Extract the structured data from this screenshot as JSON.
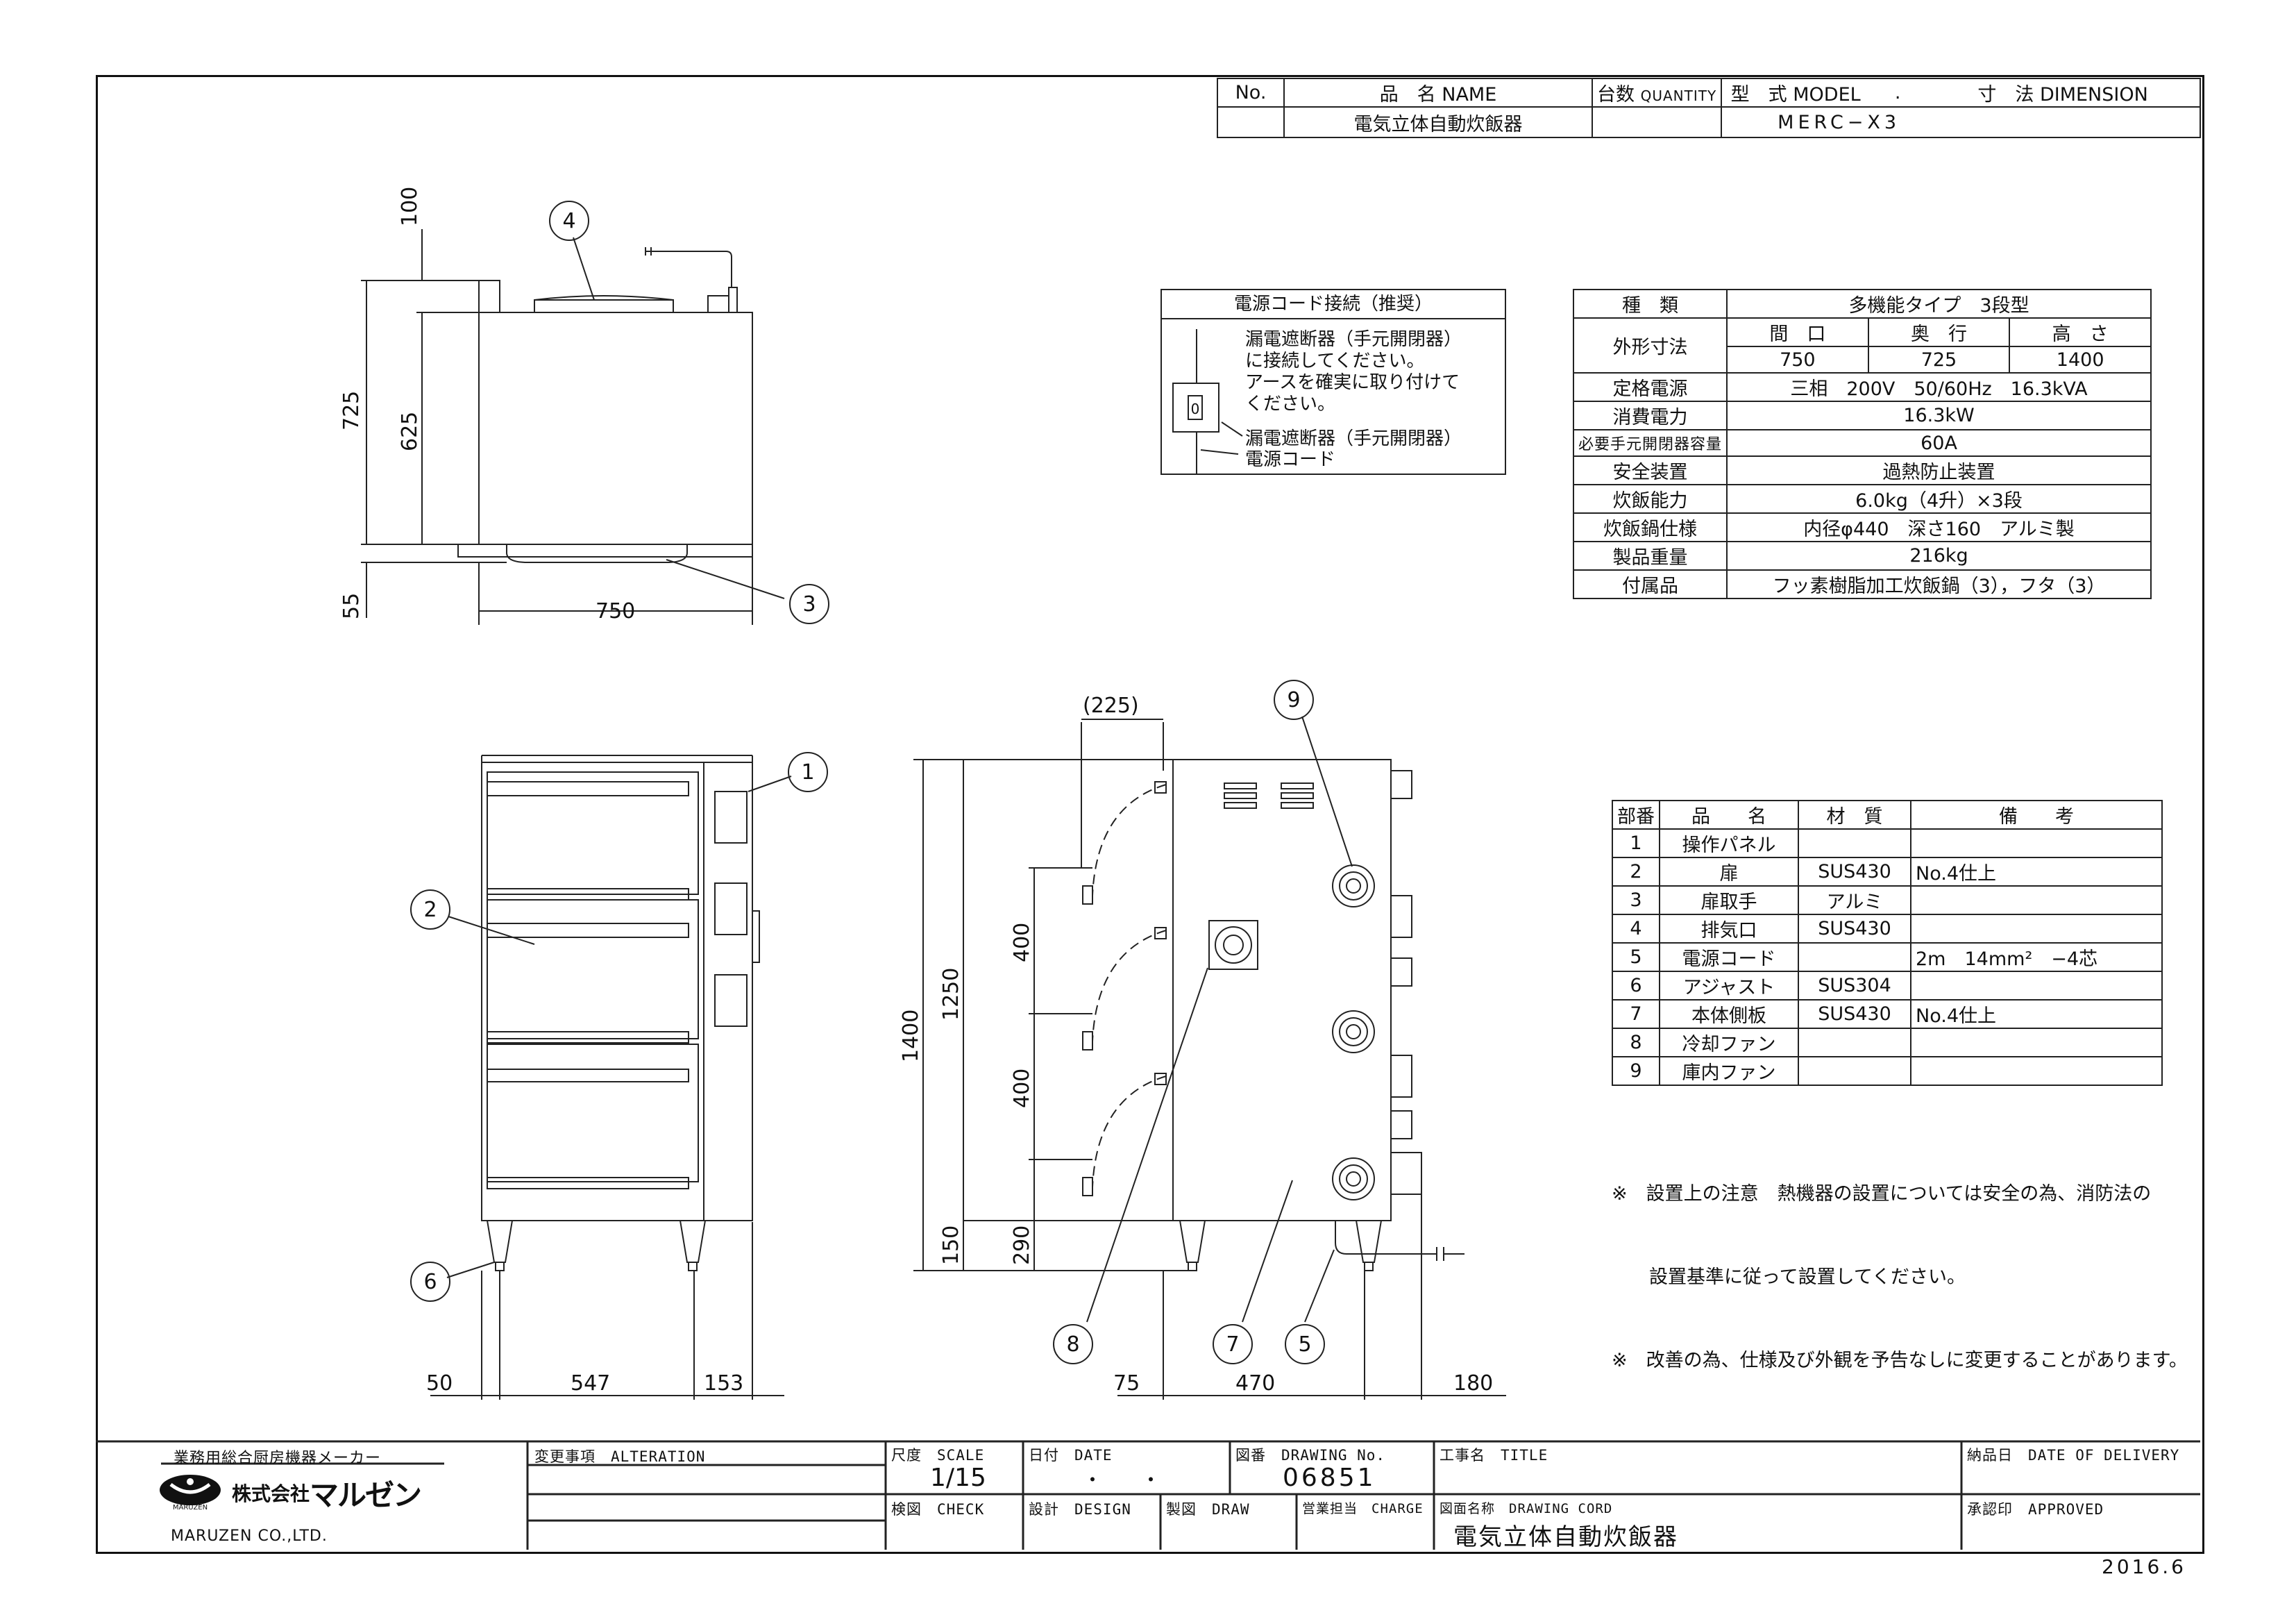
{
  "header": {
    "no_label": "No.",
    "name_label": "品　名 NAME",
    "qty_label": "台数",
    "qty_label_en": "QUANTITY",
    "model_label": "型　式 MODEL",
    "dim_sep": ".",
    "dim_label": "寸　法 DIMENSION",
    "product_name": "電気立体自動炊飯器",
    "model": "MERC−X3"
  },
  "power_note": {
    "title": "電源コード接続（推奨）",
    "lines": [
      "漏電遮断器（手元開閉器）",
      "に接続してください。",
      "アースを確実に取り付けて",
      "ください。"
    ],
    "label_breaker": "漏電遮断器（手元開閉器）",
    "label_cord": "電源コード",
    "switch_glyph": "0"
  },
  "spec": {
    "rows": [
      {
        "label": "種　類",
        "value": "多機能タイプ　3段型"
      },
      {
        "label": "定格電源",
        "value": "三相　200V　50/60Hz　16.3kVA"
      },
      {
        "label": "消費電力",
        "value": "16.3kW"
      },
      {
        "label": "必要手元開閉器容量",
        "value": "60A"
      },
      {
        "label": "安全装置",
        "value": "過熱防止装置"
      },
      {
        "label": "炊飯能力",
        "value": "6.0kg（4升）×3段"
      },
      {
        "label": "炊飯鍋仕様",
        "value": "内径φ440　深さ160　アルミ製"
      },
      {
        "label": "製品重量",
        "value": "216kg"
      },
      {
        "label": "付属品",
        "value": "フッ素樹脂加工炊飯鍋（3），フタ（3）"
      }
    ],
    "dims_label": "外形寸法",
    "dims_headers": [
      "間　口",
      "奥　行",
      "高　さ"
    ],
    "dims_values": [
      "750",
      "725",
      "1400"
    ]
  },
  "parts": {
    "headers": [
      "部番",
      "品　　名",
      "材　質",
      "備　　考"
    ],
    "rows": [
      {
        "no": "1",
        "name": "操作パネル",
        "material": "",
        "note": ""
      },
      {
        "no": "2",
        "name": "扉",
        "material": "SUS430",
        "note": "No.4仕上"
      },
      {
        "no": "3",
        "name": "扉取手",
        "material": "アルミ",
        "note": ""
      },
      {
        "no": "4",
        "name": "排気口",
        "material": "SUS430",
        "note": ""
      },
      {
        "no": "5",
        "name": "電源コード",
        "material": "",
        "note": "2m　14mm²　−4芯"
      },
      {
        "no": "6",
        "name": "アジャスト",
        "material": "SUS304",
        "note": ""
      },
      {
        "no": "7",
        "name": "本体側板",
        "material": "SUS430",
        "note": "No.4仕上"
      },
      {
        "no": "8",
        "name": "冷却ファン",
        "material": "",
        "note": ""
      },
      {
        "no": "9",
        "name": "庫内ファン",
        "material": "",
        "note": ""
      }
    ]
  },
  "notes": [
    "※　設置上の注意　熱機器の設置については安全の為、消防法の",
    "　　設置基準に従って設置してください。",
    "※　改善の為、仕様及び外観を予告なしに変更することがあります。"
  ],
  "drawing": {
    "top": {
      "d100": "100",
      "d725": "725",
      "d625": "625",
      "d55": "55",
      "d750": "750"
    },
    "front": {
      "d50": "50",
      "d547": "547",
      "d153": "153"
    },
    "side": {
      "d225": "(225)",
      "d1400": "1400",
      "d1250": "1250",
      "d400a": "400",
      "d400b": "400",
      "d150": "150",
      "d290": "290",
      "d75": "75",
      "d470": "470",
      "d180": "180"
    },
    "balloons": [
      "1",
      "2",
      "3",
      "4",
      "5",
      "6",
      "7",
      "8",
      "9"
    ]
  },
  "title_block": {
    "maker_tag": "業務用総合厨房機器メーカー",
    "company": "株式会社",
    "company_brand": "マルゼン",
    "logo_sub": "MARUZEN",
    "company_en": "MARUZEN CO.,LTD.",
    "alteration": "変更事項　ALTERATION",
    "scale_label": "尺度　SCALE",
    "scale": "1/15",
    "date_label": "日付　DATE",
    "date_value": "・　　・",
    "drawing_no_label": "図番　DRAWING No.",
    "drawing_no": "06851",
    "title_label": "工事名　TITLE",
    "delivery_label": "納品日　DATE OF DELIVERY",
    "check_label": "検図　CHECK",
    "design_label": "設計　DESIGN",
    "draw_label": "製図　DRAW",
    "charge_label": "営業担当　CHARGE",
    "drawing_code_label": "図面名称　DRAWING CORD",
    "drawing_name": "電気立体自動炊飯器",
    "approved_label": "承認印　APPROVED",
    "issue_date": "2016.6"
  }
}
